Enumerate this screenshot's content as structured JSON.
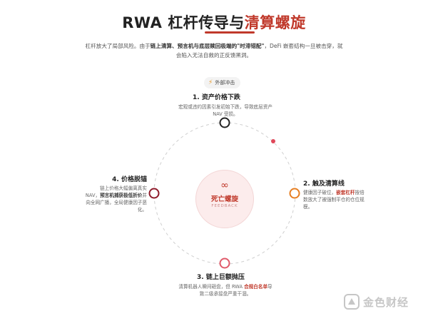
{
  "header": {
    "title_main": "RWA 杠杆传导与",
    "title_accent": "清算螺旋"
  },
  "intro": {
    "p1": "杠杆放大了局部风险。由于",
    "p1_bold": "链上清算、预言机与底层赎回极端的\"时滞错配\"",
    "p1_end": "，DeFi 嵌套结构一旦被击穿，就",
    "p2": "会陷入无法自救的正反馈黑洞。"
  },
  "shock": {
    "label": "外部冲击",
    "icon": "lightning-icon"
  },
  "steps": [
    {
      "title": "1. 资产价格下跌",
      "desc_lines": [
        "宏观或违约因素引发初始下跌，导致底层资产",
        "NAV 受损。"
      ]
    },
    {
      "title": "2. 触及清算线",
      "desc_a": "健康因子破位，",
      "desc_hl": "嵌套杠杆",
      "desc_b": "按倍",
      "desc_lines": [
        "数放大了被强制平仓的仓位规",
        "模。"
      ]
    },
    {
      "title": "3. 链上巨额抛压",
      "desc_a": "清算机器人瞬间砸盘，但 RWA ",
      "desc_hl": "合规白名单",
      "desc_b": "导",
      "desc_lines": [
        "致二级承接盘严重干涸。"
      ]
    },
    {
      "title": "4. 价格脱锚",
      "desc_lines": [
        "链上价格大幅偏离真实",
        "NAV，"
      ],
      "desc_hl": "预言机捕获极低折价",
      "desc_b": "并",
      "desc_tail": [
        "向全网广播，全局健康因子恶",
        "化。"
      ]
    }
  ],
  "hub": {
    "title": "死亡螺旋",
    "subtitle": "FEEDBACK",
    "icon": "infinity-icon"
  },
  "watermark": {
    "text": "金色财经",
    "icon": "jinse-logo-icon"
  },
  "colors": {
    "accent": "#c0392b",
    "node1": "#222222",
    "node2": "#e67e22",
    "node3": "#e05a6a",
    "node4": "#8e1b2b"
  }
}
